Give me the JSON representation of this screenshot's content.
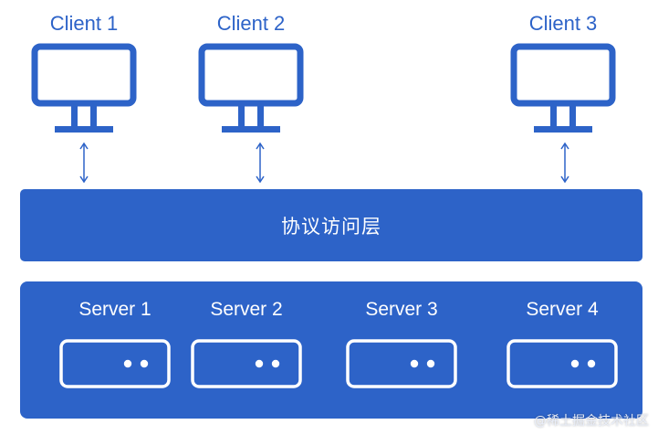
{
  "clients": [
    {
      "label": "Client 1"
    },
    {
      "label": "Client 2"
    },
    {
      "label": "Client 3"
    }
  ],
  "protocol_layer": {
    "label": "协议访问层"
  },
  "servers": [
    {
      "label": "Server 1"
    },
    {
      "label": "Server 2"
    },
    {
      "label": "Server 3"
    },
    {
      "label": "Server 4"
    }
  ],
  "watermark": {
    "text": "@稀土掘金技术社区"
  },
  "colors": {
    "primary": "#2d63c8",
    "background": "#ffffff",
    "text_on_primary": "#ffffff"
  },
  "icons": {
    "client": "monitor-icon",
    "link": "double-arrow-icon",
    "server": "server-box-icon"
  }
}
